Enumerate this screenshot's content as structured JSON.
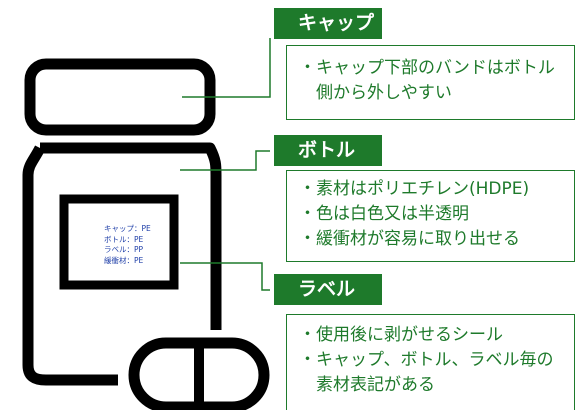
{
  "callouts": {
    "cap": {
      "title": "キャップ",
      "lines": [
        "・キャップ下部のバンドはボトル",
        "　側から外しやすい"
      ]
    },
    "bottle": {
      "title": "ボトル",
      "lines": [
        "・素材はポリエチレン(HDPE)",
        "・色は白色又は半透明",
        "・緩衝材が容易に取り出せる"
      ]
    },
    "label": {
      "title": "ラベル",
      "lines": [
        "・使用後に剥がせるシール",
        "・キャップ、ボトル、ラベル毎の",
        "　素材表記がある"
      ]
    }
  },
  "bottle_label_text": [
    "キャップ：PE",
    "ボトル：PE",
    "ラベル：PP",
    "緩衝材：PE"
  ],
  "colors": {
    "accent": "#1e7a2b",
    "outline": "#000000",
    "label_text": "#1f3fa8"
  }
}
